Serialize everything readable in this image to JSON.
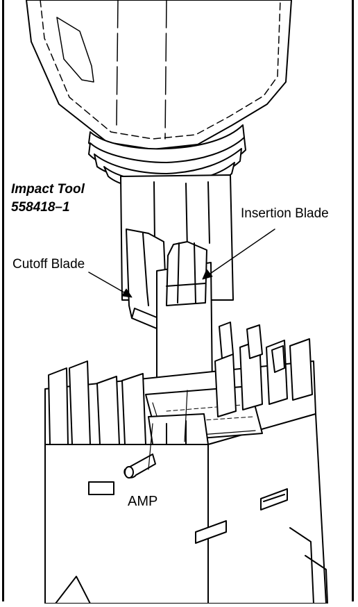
{
  "labels": {
    "tool_name": "Impact Tool",
    "tool_part": "558418–1",
    "insertion_blade": "Insertion Blade",
    "cutoff_blade": "Cutoff Blade",
    "brand_mark": "AMP"
  }
}
